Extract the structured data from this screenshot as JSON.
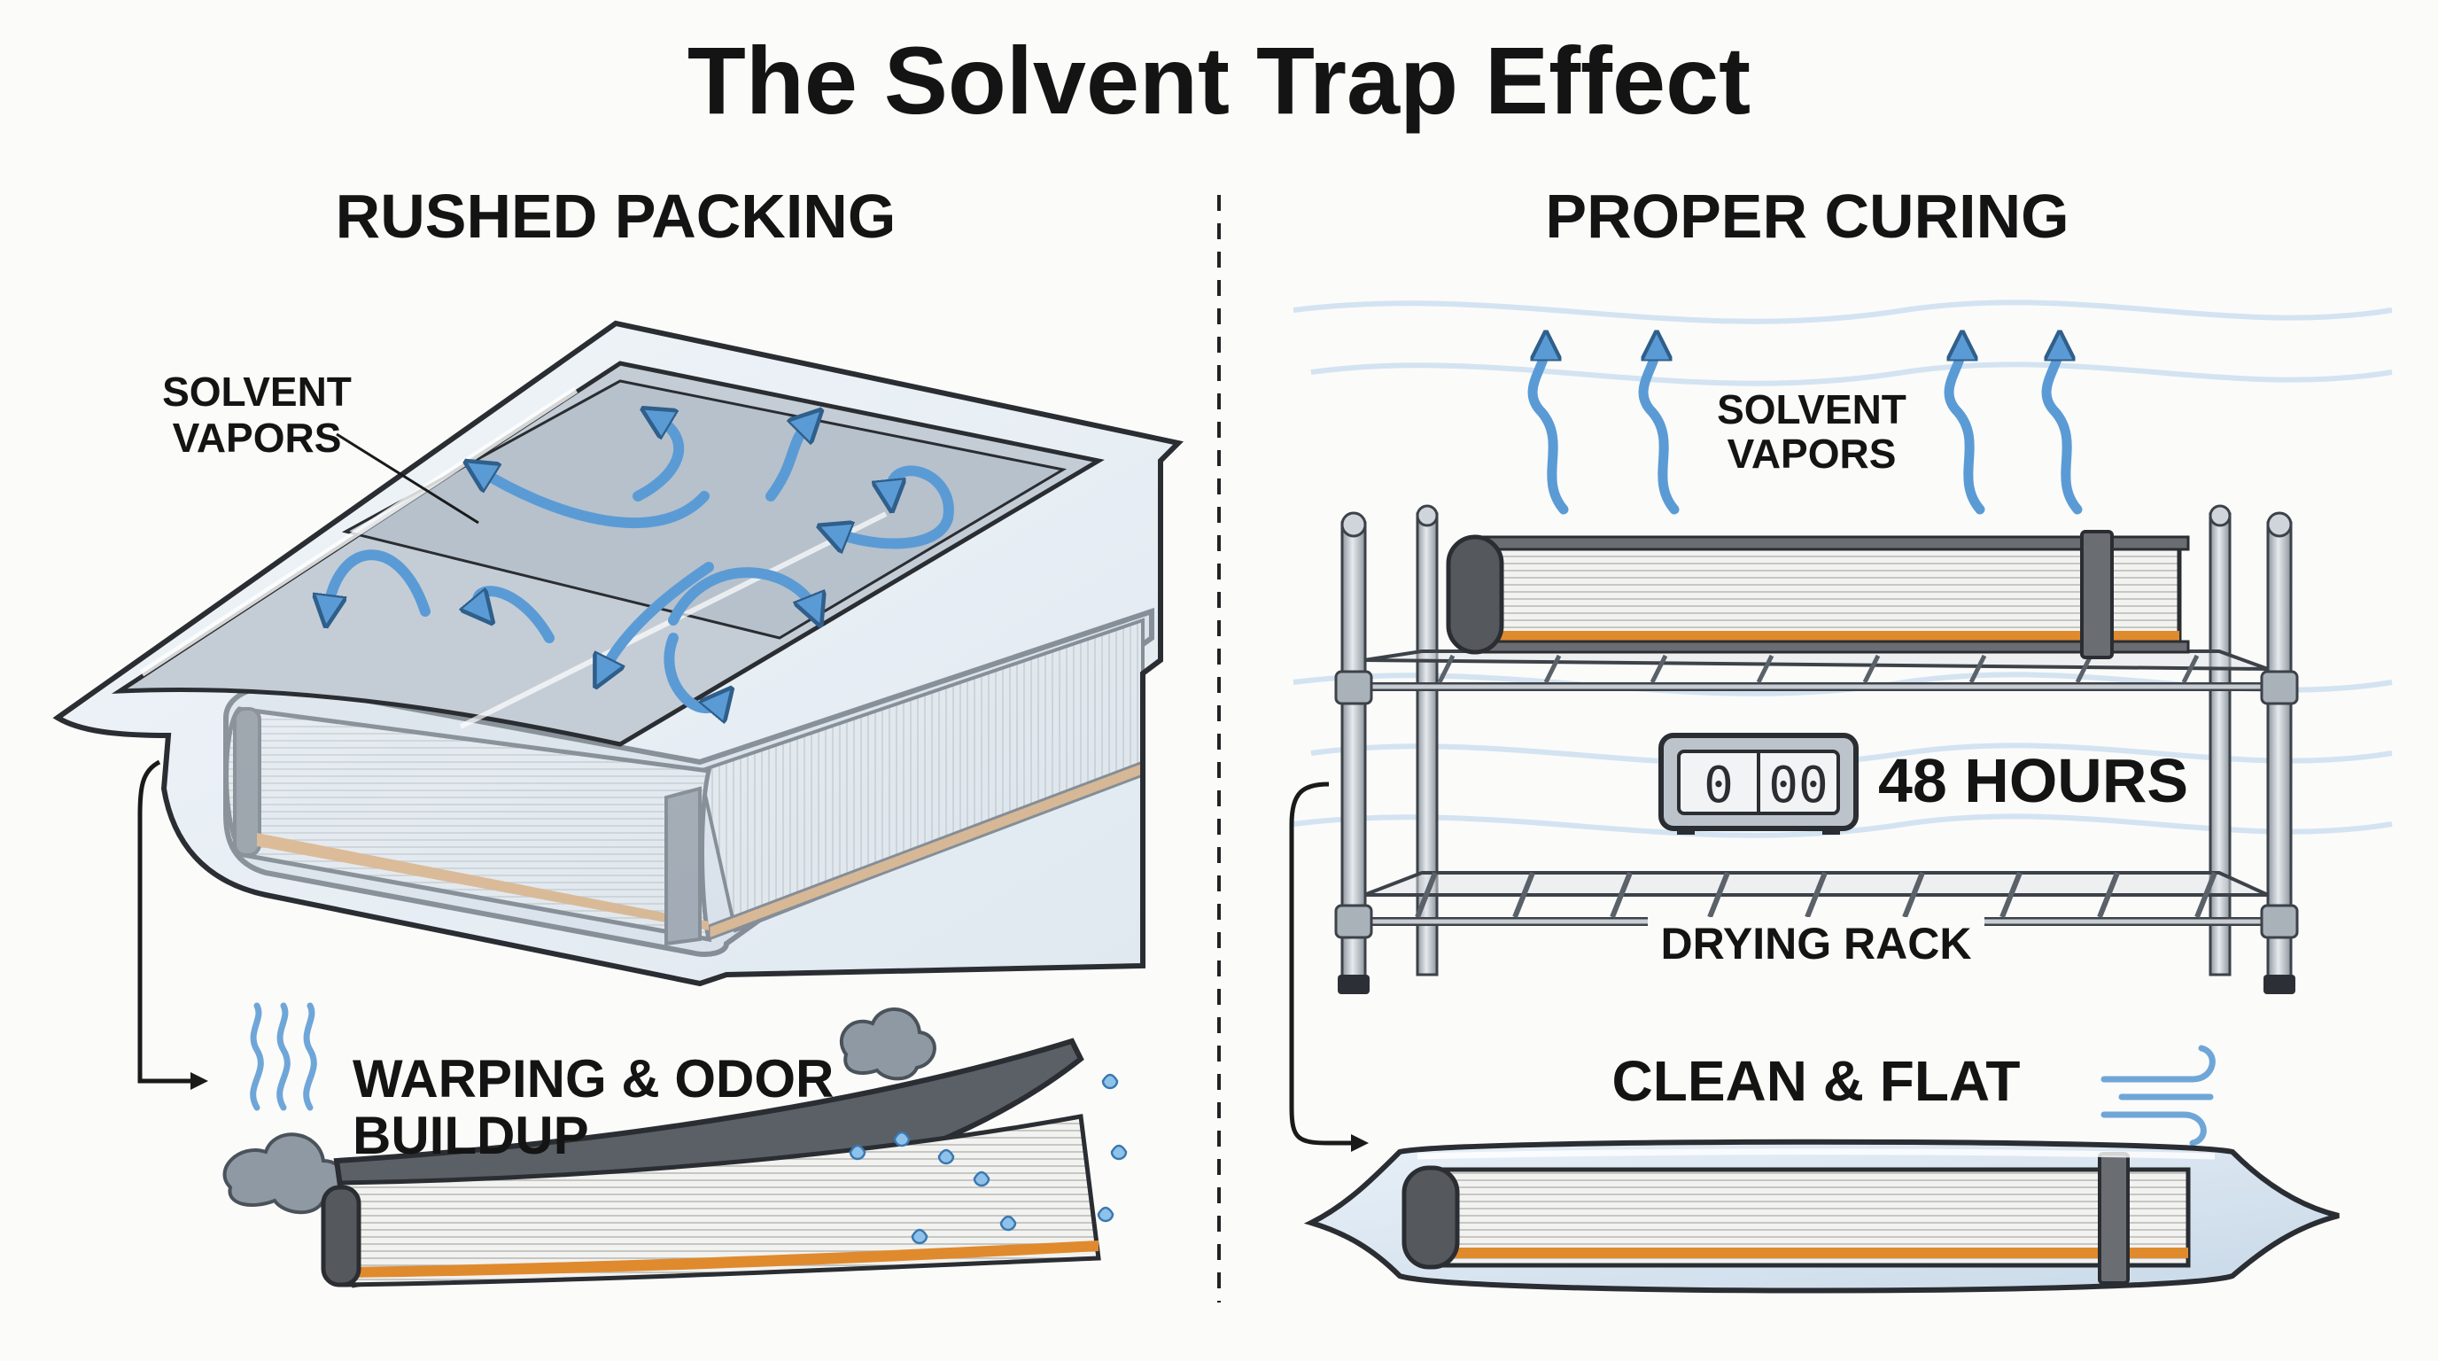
{
  "title": "The Solvent Trap Effect",
  "left_panel": {
    "heading": "RUSHED PACKING",
    "vapor_label_line1": "SOLVENT",
    "vapor_label_line2": "VAPORS",
    "result_label_line1": "WARPING & ODOR",
    "result_label_line2": "BUILDUP"
  },
  "right_panel": {
    "heading": "PROPER CURING",
    "vapor_label_line1": "SOLVENT",
    "vapor_label_line2": "VAPORS",
    "clock_digits_left": "0",
    "clock_digits_right": "00",
    "duration_label": "48 HOURS",
    "rack_label": "DRYING RACK",
    "result_label": "CLEAN & FLAT"
  },
  "colors": {
    "ink": "#1f2226",
    "vapor_arrow": "#5b9bd5",
    "book_edge": "#e08a2e",
    "bag": "#d9e6f2",
    "rack": "#b9c0c7"
  },
  "icons": [
    "smell-lines-icon",
    "smoke-cloud-icon",
    "water-droplets-icon",
    "wind-icon",
    "digital-clock-icon"
  ]
}
